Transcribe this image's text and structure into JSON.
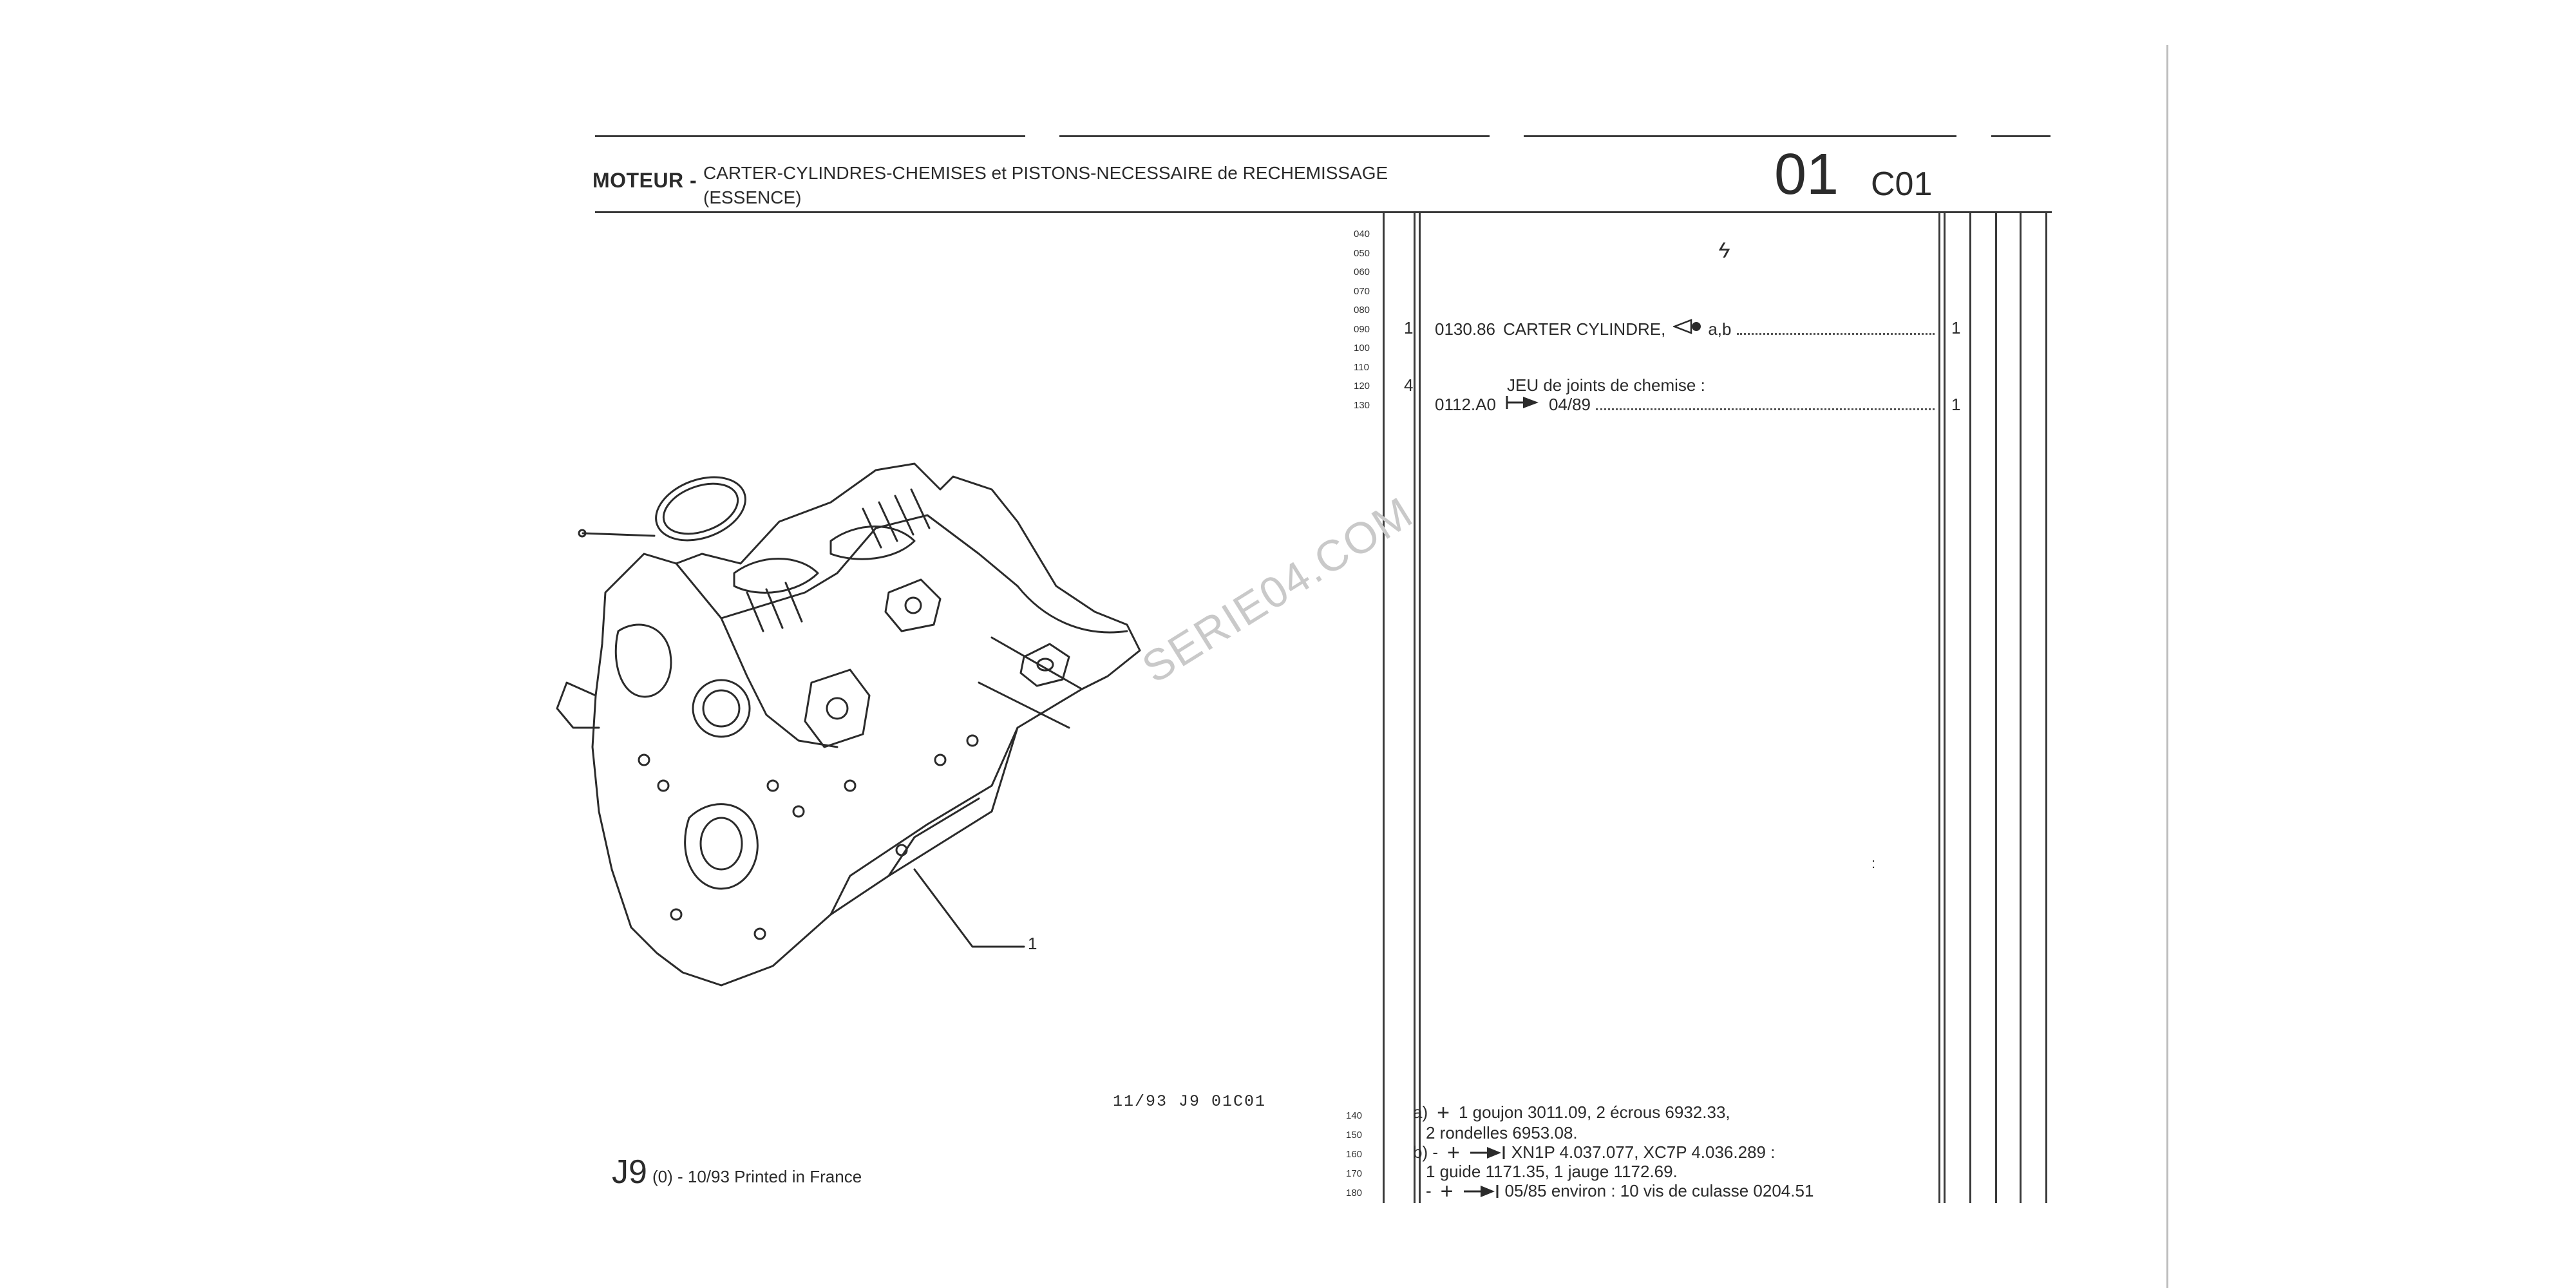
{
  "header": {
    "section": "MOTEUR -",
    "title_line1": "CARTER-CYLINDRES-CHEMISES et PISTONS-NECESSAIRE de RECHEMISSAGE",
    "title_line2": "(ESSENCE)",
    "page_number": "01",
    "page_code": "C01"
  },
  "line_numbers": [
    "040",
    "050",
    "060",
    "070",
    "080",
    "090",
    "100",
    "110",
    "120",
    "130"
  ],
  "symbol": "ϟ",
  "entries": {
    "e1_qty": "1",
    "e1_ref": "0130.86",
    "e1_desc": "CARTER CYLINDRE,",
    "e1_suffix": "a,b",
    "e1_count": "1",
    "e2_qty": "4",
    "e2_desc": "JEU de joints de chemise :",
    "e2_ref": "0112.A0",
    "e2_suffix": "04/89",
    "e2_count": "1"
  },
  "notes": {
    "line_numbers": [
      "140",
      "150",
      "160",
      "170",
      "180"
    ],
    "n1": "a)",
    "n1_text": "1 goujon 3011.09, 2 écrous 6932.33,",
    "n2_text": "2 rondelles 6953.08.",
    "n3": "b) -",
    "n3_text": "XN1P 4.037.077, XC7P 4.036.289 :",
    "n4_text": "1 guide 1171.35, 1 jauge 1172.69.",
    "n5": "-",
    "n5_text": "05/85 environ : 10 vis de culasse 0204.51"
  },
  "footer": {
    "code": "11/93 J9 01C01",
    "model": "J9",
    "printed": "(0) - 10/93 Printed in France"
  },
  "illustration": {
    "callout_1": "1",
    "watermark": "SERIE04.COM"
  }
}
